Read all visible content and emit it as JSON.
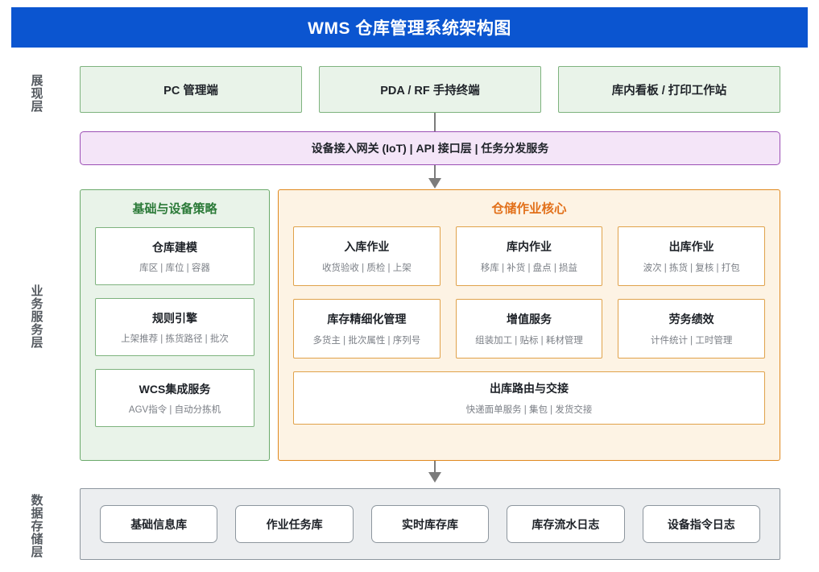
{
  "title": "WMS 仓库管理系统架构图",
  "colors": {
    "title_bar": "#0b55d0",
    "green_fill": "#e9f3e9",
    "green_border": "#7eb37e",
    "green_title": "#2b7a38",
    "purple_fill": "#f4e5f8",
    "purple_border": "#9b4fb5",
    "orange_fill": "#fdf3e4",
    "orange_border": "#e0891f",
    "orange_title": "#e2701a",
    "gray_fill": "#eceef0",
    "gray_border": "#8d969e",
    "connector": "#7c7c7c"
  },
  "layers": {
    "presentation_label": "展现层",
    "business_label": "业务服务层",
    "storage_label": "数据存储层"
  },
  "presentation": {
    "boxes": [
      {
        "label": "PC 管理端"
      },
      {
        "label": "PDA / RF 手持终端"
      },
      {
        "label": "库内看板 / 打印工作站"
      }
    ]
  },
  "gateway": {
    "label": "设备接入网关 (IoT) | API 接口层 | 任务分发服务"
  },
  "business": {
    "left_panel": {
      "title": "基础与设备策略",
      "cards": [
        {
          "title": "仓库建模",
          "sub": "库区 | 库位 | 容器"
        },
        {
          "title": "规则引擎",
          "sub": "上架推荐 | 拣货路径 | 批次"
        },
        {
          "title": "WCS集成服务",
          "sub": "AGV指令 | 自动分拣机"
        }
      ]
    },
    "right_panel": {
      "title": "仓储作业核心",
      "cards": [
        {
          "title": "入库作业",
          "sub": "收货验收 | 质检 | 上架"
        },
        {
          "title": "库内作业",
          "sub": "移库 | 补货 | 盘点 | 损益"
        },
        {
          "title": "出库作业",
          "sub": "波次 | 拣货 | 复核 | 打包"
        },
        {
          "title": "库存精细化管理",
          "sub": "多货主 | 批次属性 | 序列号"
        },
        {
          "title": "增值服务",
          "sub": "组装加工 | 贴标 | 耗材管理"
        },
        {
          "title": "劳务绩效",
          "sub": "计件统计 | 工时管理"
        }
      ],
      "wide_card": {
        "title": "出库路由与交接",
        "sub": "快递面单服务 | 集包 | 发货交接"
      }
    }
  },
  "storage": {
    "boxes": [
      {
        "label": "基础信息库"
      },
      {
        "label": "作业任务库"
      },
      {
        "label": "实时库存库"
      },
      {
        "label": "库存流水日志"
      },
      {
        "label": "设备指令日志"
      }
    ]
  }
}
